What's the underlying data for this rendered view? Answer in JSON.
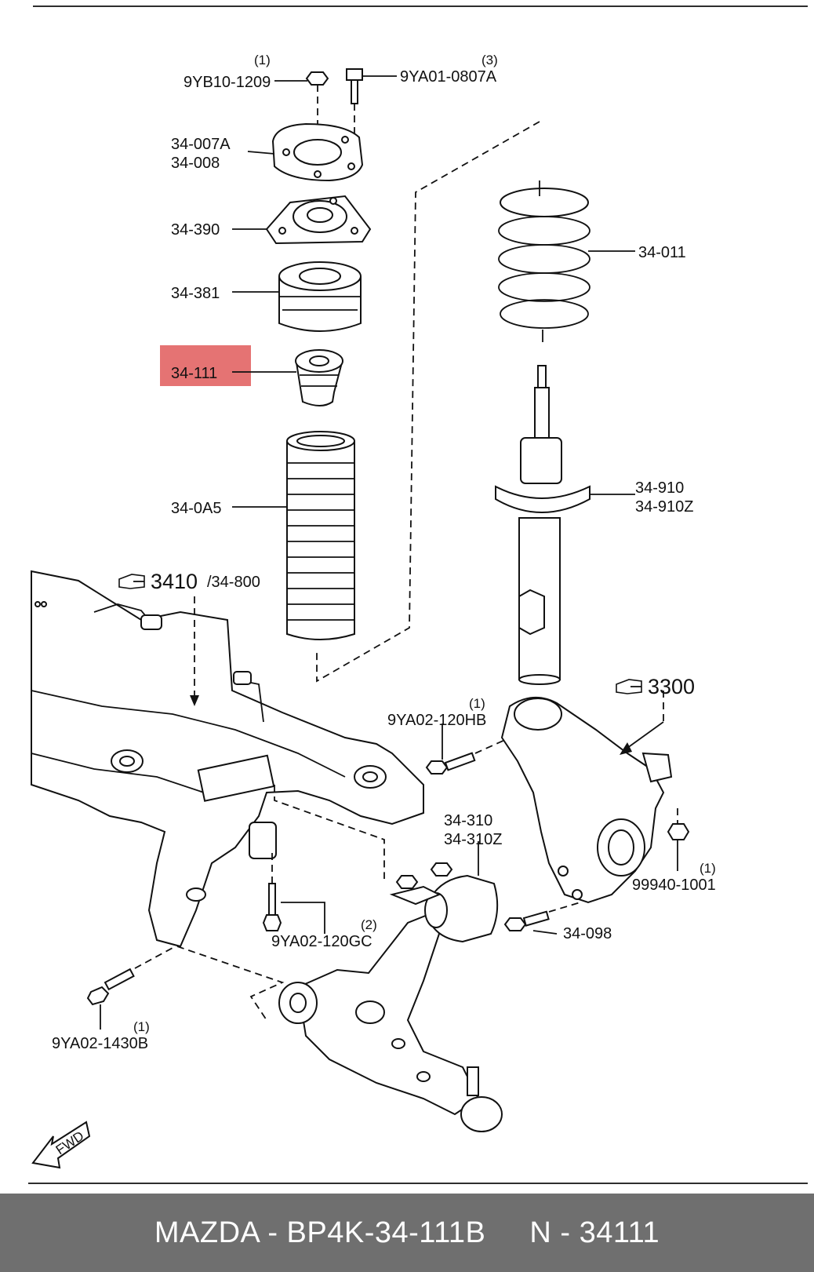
{
  "labels": {
    "p_9yb10": "9YB10-1209",
    "p_9yb10_qty": "(1)",
    "p_9ya01": "9YA01-0807A",
    "p_9ya01_qty": "(3)",
    "p_34007a": "34-007A",
    "p_34008": "34-008",
    "p_34390": "34-390",
    "p_34381": "34-381",
    "p_34111": "34-111",
    "p_340a5": "34-0A5",
    "p_34011": "34-011",
    "p_34910": "34-910",
    "p_34910z": "34-910Z",
    "ref_3410": "3410",
    "ref_34800": "/34-800",
    "ref_3300": "3300",
    "p_9ya02_120hb": "9YA02-120HB",
    "p_9ya02_120hb_qty": "(1)",
    "p_34310": "34-310",
    "p_34310z": "34-310Z",
    "p_99940": "99940-1001",
    "p_99940_qty": "(1)",
    "p_34098": "34-098",
    "p_9ya02_120gc": "9YA02-120GC",
    "p_9ya02_120gc_qty": "(2)",
    "p_9ya02_1430b": "9YA02-1430B",
    "p_9ya02_1430b_qty": "(1)",
    "fwd": "FWD"
  },
  "highlight": {
    "part": "34-111",
    "color": "#e57373"
  },
  "footer": {
    "brand_part": "MAZDA - BP4K-34-111B",
    "ref": "N - 34111"
  },
  "colors": {
    "footer_bg": "#6f6f6f",
    "footer_text": "#ffffff",
    "line": "#111111"
  }
}
